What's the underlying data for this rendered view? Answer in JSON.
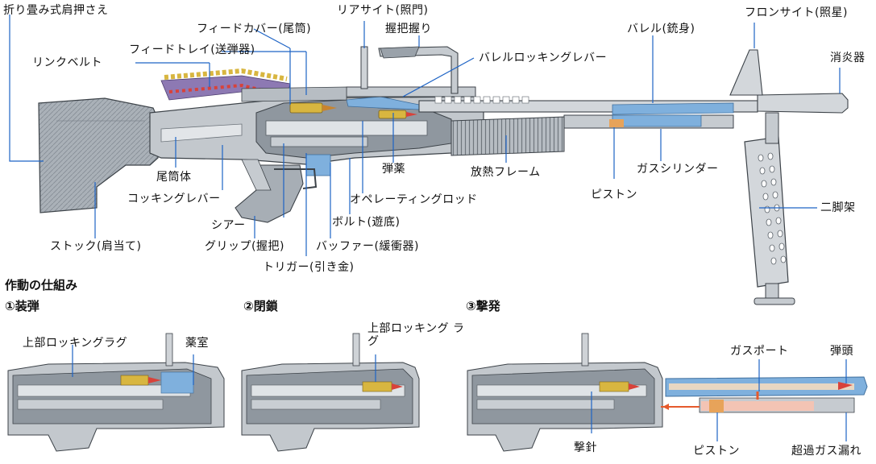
{
  "colors": {
    "steel": "#c6cbd0",
    "steel_dark": "#8e959c",
    "stock_gray": "#9aa2aa",
    "gas_blue": "#7fb0dd",
    "brass": "#d8b640",
    "bullet_red": "#d8423a",
    "belt_purple": "#8d79b3",
    "leader": "#1d63c5"
  },
  "labels": {
    "folding_shoulder_rest": "折り畳み式肩押さえ",
    "rear_sight": "リアサイト(照門)",
    "carry_handle": "握把握り",
    "feed_cover": "フィードカバー(尾筒)",
    "feed_tray": "フィードトレイ(送弾器)",
    "link_belt": "リンクベルト",
    "barrel_lock_lever": "バレルロッキングレバー",
    "barrel": "バレル(銃身)",
    "front_sight": "フロンサイト(照星)",
    "flash_hider": "消炎器",
    "cartridge": "弾薬",
    "heat_shield": "放熱フレーム",
    "gas_cylinder": "ガスシリンダー",
    "piston": "ピストン",
    "bipod": "二脚架",
    "receiver": "尾筒体",
    "cocking_lever": "コッキングレバー",
    "operating_rod": "オペレーティングロッド",
    "sear": "シアー",
    "bolt": "ボルト(遊底)",
    "grip": "グリップ(握把)",
    "buffer": "バッファー(緩衝器)",
    "stock": "ストック(肩当て)",
    "trigger": "トリガー(引き金)"
  },
  "section": {
    "title": "作動の仕組み",
    "step1": "①装弾",
    "step2": "②閉鎖",
    "step3": "③撃発"
  },
  "detail_labels": {
    "upper_lug_1": "上部ロッキングラグ",
    "chamber": "薬室",
    "upper_lug_2": "上部ロッキング ラグ",
    "gas_port": "ガスポート",
    "bullet": "弾頭",
    "firing_pin": "撃針",
    "piston": "ピストン",
    "blowby": "超過ガス漏れ"
  }
}
